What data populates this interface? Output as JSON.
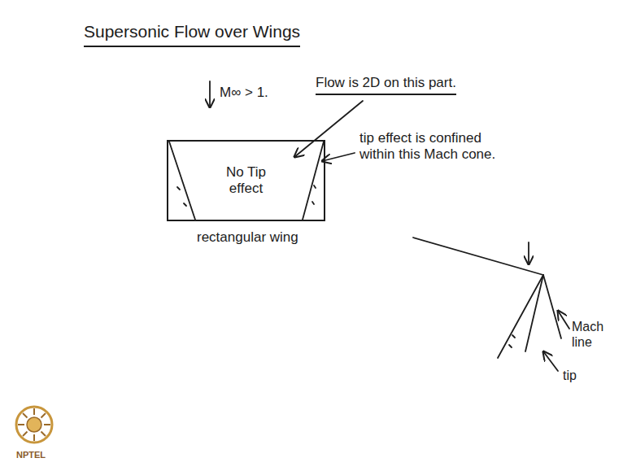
{
  "diagram": {
    "title": "Supersonic Flow over Wings",
    "nodes": [
      {
        "text": [
          "No Tip effect"
        ]
      }
    ],
    "labels": [
      "M∞ > 1.",
      "Flow is 2D on this part.",
      "tip effect is confined within this Mach cone.",
      "rectangular wing",
      "Mach line",
      "tip",
      "NPTEL"
    ]
  }
}
